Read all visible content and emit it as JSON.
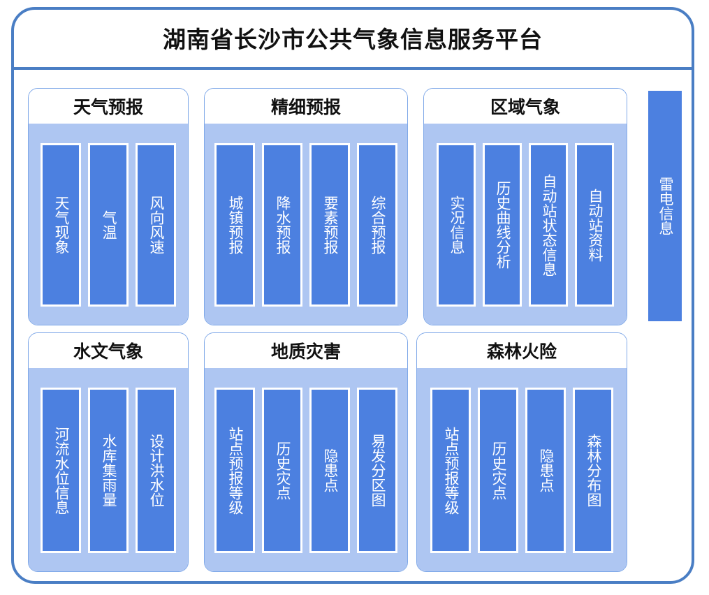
{
  "header": {
    "title": "湖南省长沙市公共气象信息服务平台"
  },
  "colors": {
    "frame_border": "#4a7ec4",
    "panel_border": "#7fa8e8",
    "panel_body_bg": "#aec6f2",
    "tile_bg": "#4c80e0",
    "tile_border": "#ffffff",
    "tile_text": "#ffffff",
    "title_text": "#111111"
  },
  "panels": [
    {
      "id": "weather-forecast",
      "title": "天气预报",
      "items": [
        {
          "label": "天气现象"
        },
        {
          "label": "气温"
        },
        {
          "label": "风向风速"
        }
      ]
    },
    {
      "id": "fine-forecast",
      "title": "精细预报",
      "items": [
        {
          "label": "城镇预报"
        },
        {
          "label": "降水预报"
        },
        {
          "label": "要素预报"
        },
        {
          "label": "综合预报"
        }
      ]
    },
    {
      "id": "regional-meteorology",
      "title": "区域气象",
      "items": [
        {
          "label": "实况信息"
        },
        {
          "label": "历史曲线分析"
        },
        {
          "label": "自动站状态信息"
        },
        {
          "label": "自动站资料"
        }
      ]
    },
    {
      "id": "hydro-meteorology",
      "title": "水文气象",
      "items": [
        {
          "label": "河流水位信息"
        },
        {
          "label": "水库集雨量"
        },
        {
          "label": "设计洪水位"
        }
      ]
    },
    {
      "id": "geological-hazard",
      "title": "地质灾害",
      "items": [
        {
          "label": "站点预报等级"
        },
        {
          "label": "历史灾点"
        },
        {
          "label": "隐患点"
        },
        {
          "label": "易发分区图"
        }
      ]
    },
    {
      "id": "forest-fire-risk",
      "title": "森林火险",
      "items": [
        {
          "label": "站点预报等级"
        },
        {
          "label": "历史灾点"
        },
        {
          "label": "隐患点"
        },
        {
          "label": "森林分布图"
        }
      ]
    }
  ],
  "sidebar": {
    "item": {
      "label": "雷电信息"
    }
  }
}
